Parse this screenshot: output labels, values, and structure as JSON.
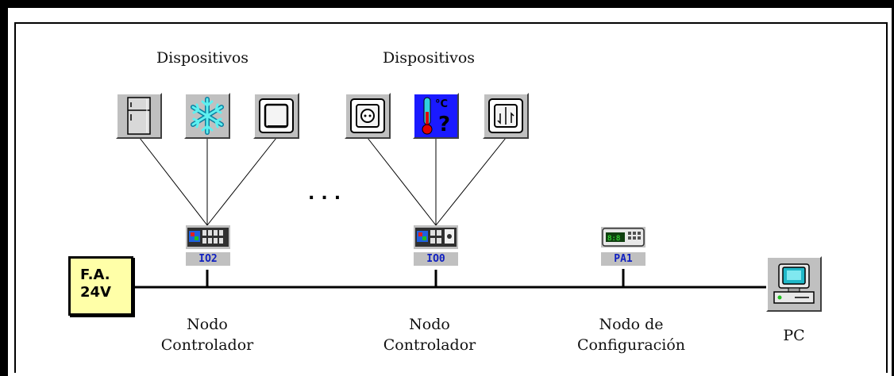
{
  "groups": [
    {
      "heading": "Dispositivos"
    },
    {
      "heading": "Dispositivos"
    }
  ],
  "devices_group1": [
    {
      "icon": "refrigerator-icon"
    },
    {
      "icon": "snowflake-icon"
    },
    {
      "icon": "switch-icon"
    }
  ],
  "devices_group2": [
    {
      "icon": "power-outlet-icon"
    },
    {
      "icon": "thermometer-icon",
      "unit": "°C",
      "mark": "?"
    },
    {
      "icon": "blind-switch-icon"
    }
  ],
  "ellipsis": "...",
  "power_supply": {
    "line1": "F.A.",
    "line2": "24V"
  },
  "nodes": [
    {
      "id": "IO2",
      "line1": "Nodo",
      "line2": "Controlador"
    },
    {
      "id": "IO0",
      "line1": "Nodo",
      "line2": "Controlador"
    },
    {
      "id": "PA1",
      "line1": "Nodo de",
      "line2": "Configuración"
    }
  ],
  "pc": {
    "label": "PC",
    "icon": "computer-icon"
  },
  "colors": {
    "psu_fill": "#ffffa8",
    "thermo_bg": "#1a1aff",
    "node_label": "#1020c0",
    "panel_gray": "#c0c0c0"
  }
}
